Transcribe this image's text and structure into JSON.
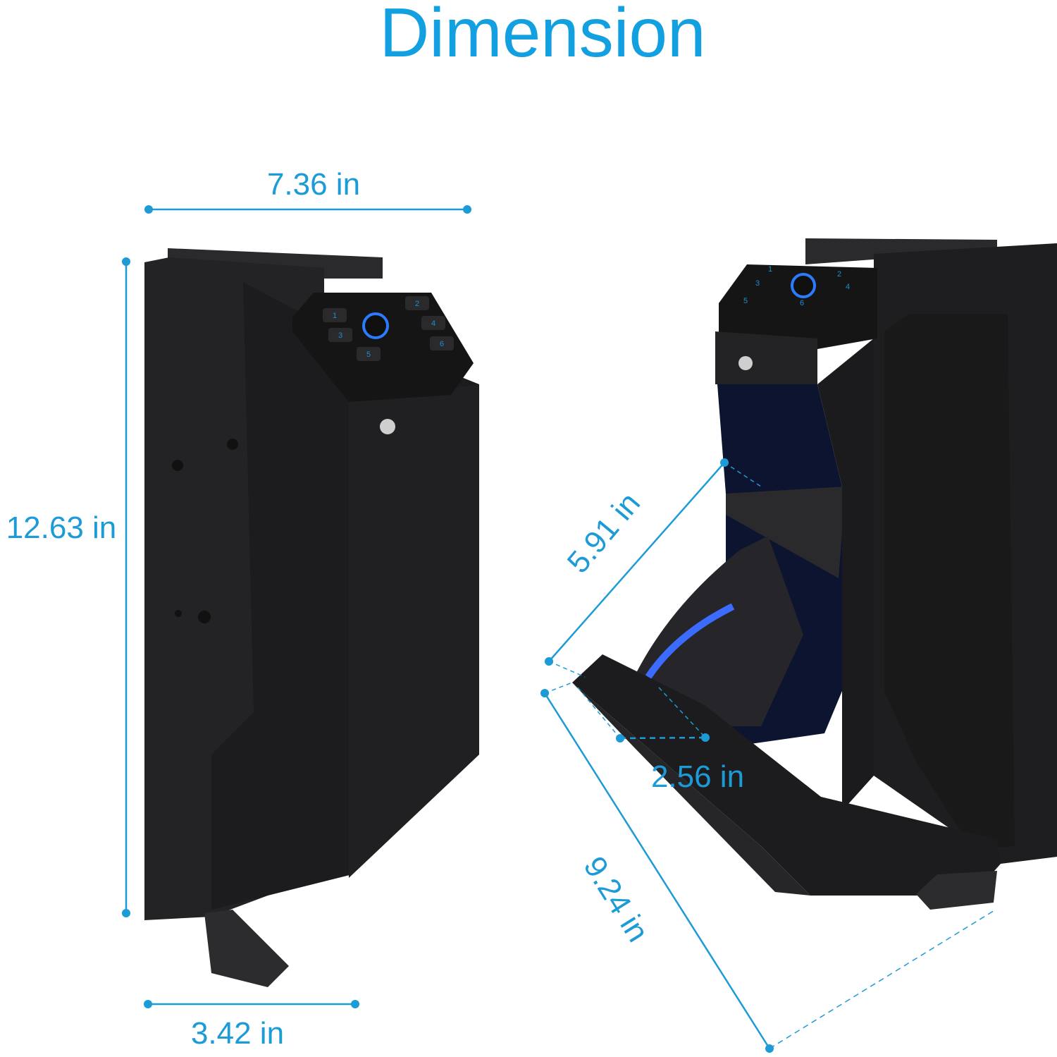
{
  "title": "Dimension",
  "left_view": {
    "width_label": "7.36 in",
    "height_label": "12.63 in",
    "depth_label": "3.42 in",
    "keypad": [
      "1",
      "2",
      "3",
      "4",
      "5",
      "6"
    ]
  },
  "right_view": {
    "opening_label": "5.91 in",
    "drawer_depth_label": "2.56 in",
    "drawer_length_label": "9.24 in",
    "keypad": [
      "1",
      "2",
      "3",
      "4",
      "5",
      "6"
    ]
  },
  "colors": {
    "accent": "#1d9bd7",
    "body": "#1f1f21",
    "glow": "#2a6cff"
  }
}
